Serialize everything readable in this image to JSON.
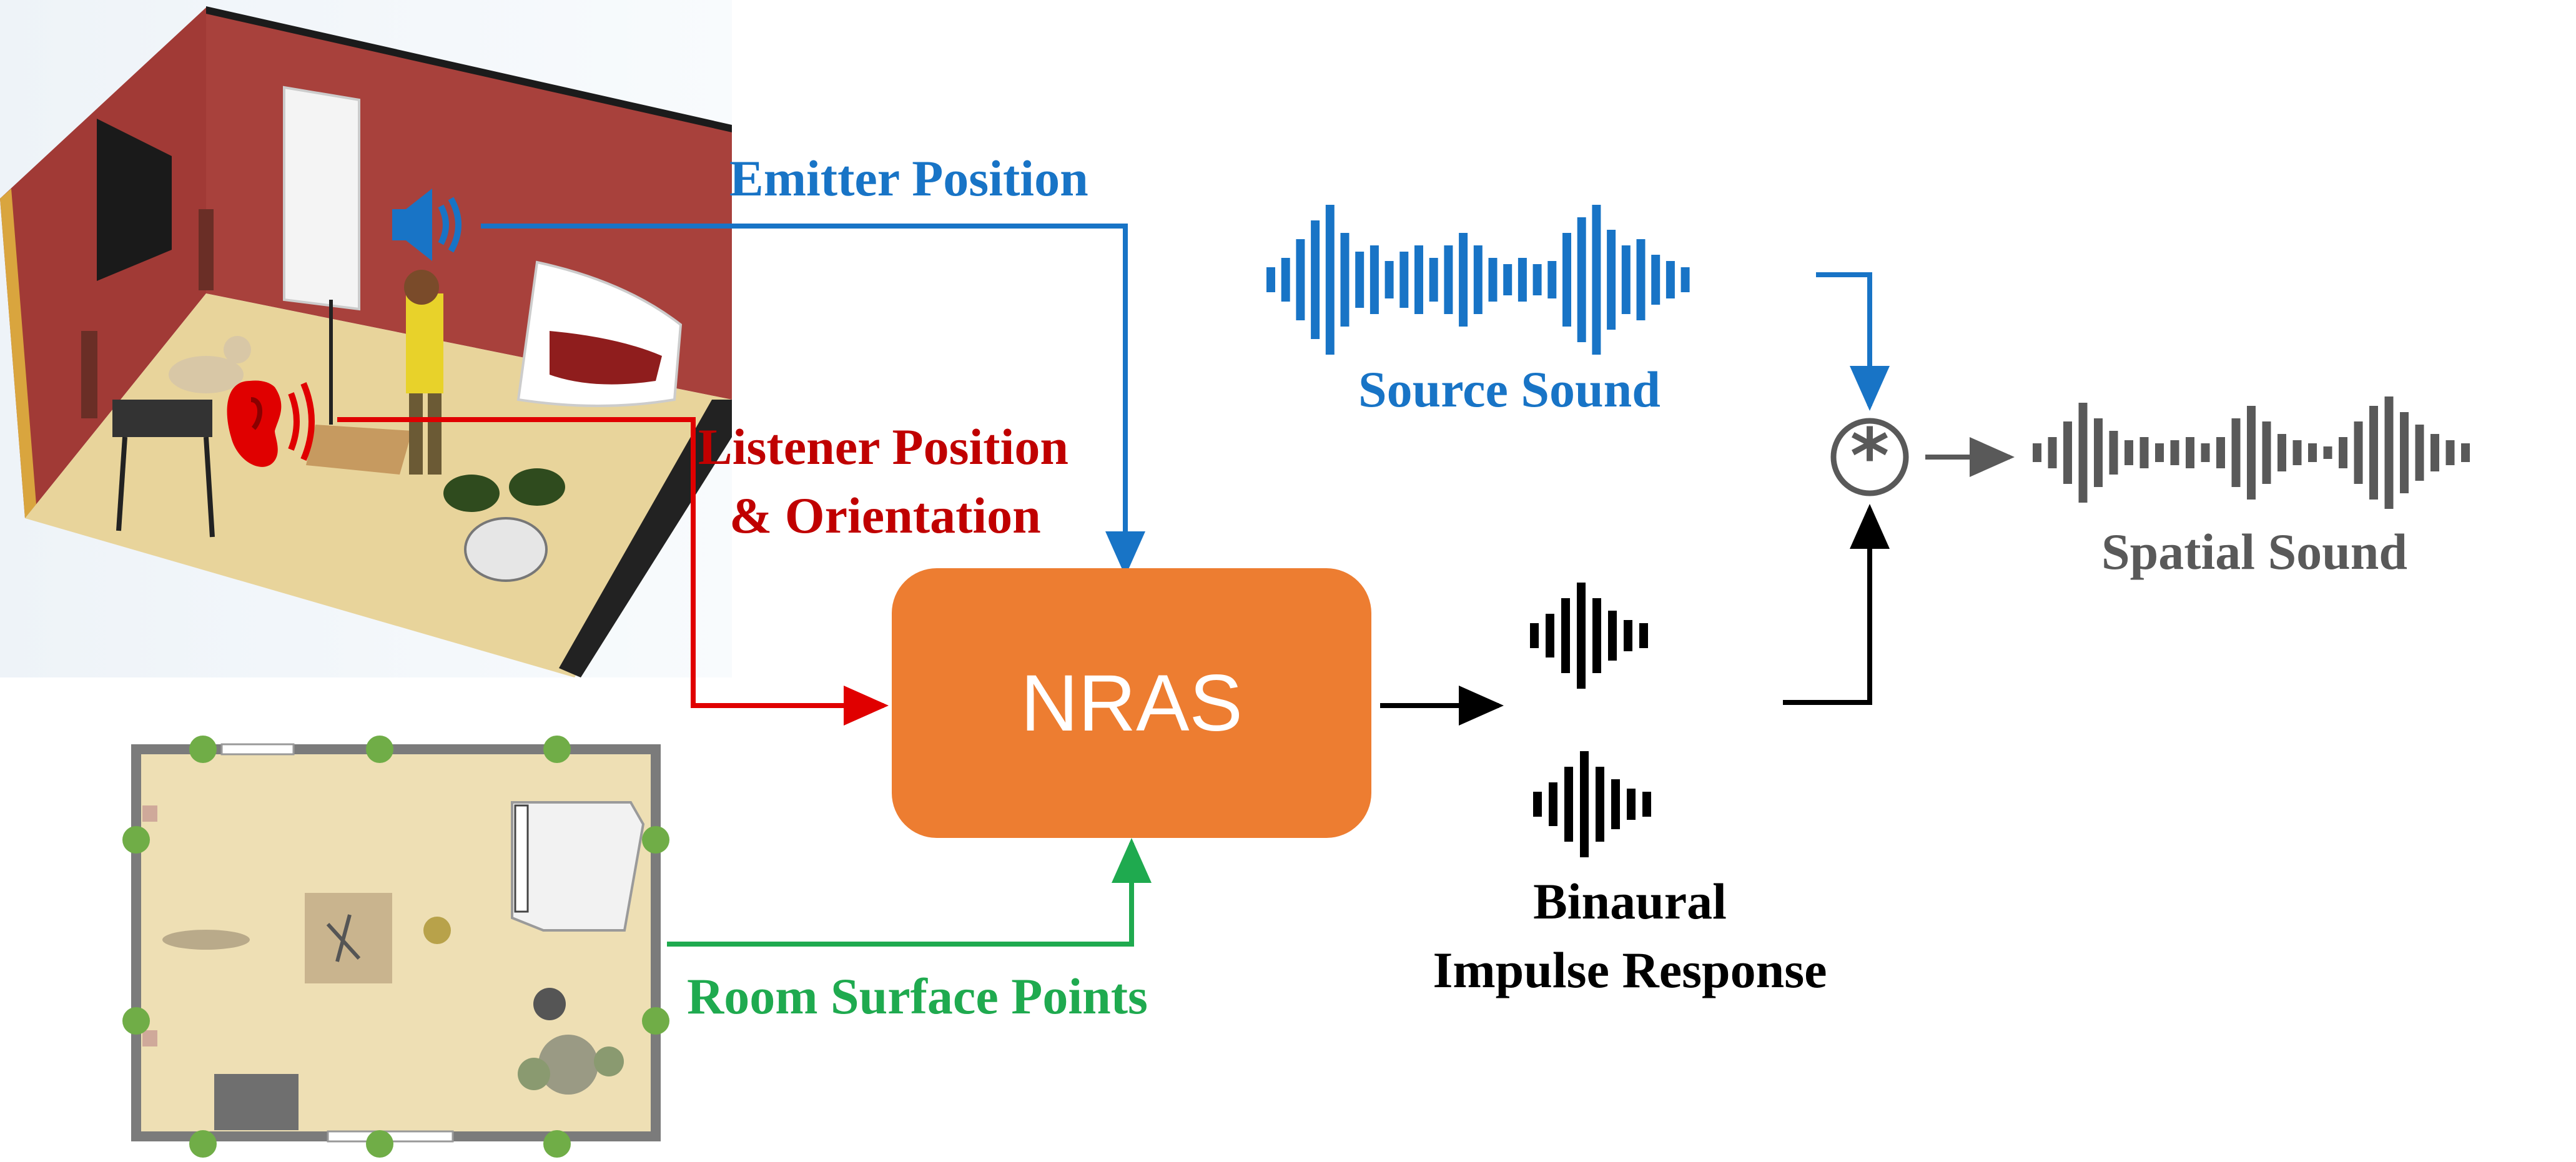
{
  "labels": {
    "emitter": "Emitter Position",
    "listener_line1": "Listener Position",
    "listener_line2": "& Orientation",
    "room_points": "Room Surface Points",
    "model": "NRAS",
    "source_sound": "Source Sound",
    "binaural_line1": "Binaural",
    "binaural_line2": "Impulse Response",
    "spatial_sound": "Spatial Sound",
    "convolution_symbol": "*"
  },
  "colors": {
    "emitter": "#1874C6",
    "listener": "#E00000",
    "listener_text": "#C00000",
    "room_points": "#1FAA4F",
    "model_fill": "#ED7D31",
    "impulse": "#000000",
    "spatial": "#595959",
    "room_wall": "#A13A36",
    "room_floor": "#E8D49B",
    "surface_point": "#70AD47"
  },
  "icons": {
    "speaker": "speaker-icon",
    "ear": "ear-icon",
    "convolution": "convolution-operator-icon"
  }
}
